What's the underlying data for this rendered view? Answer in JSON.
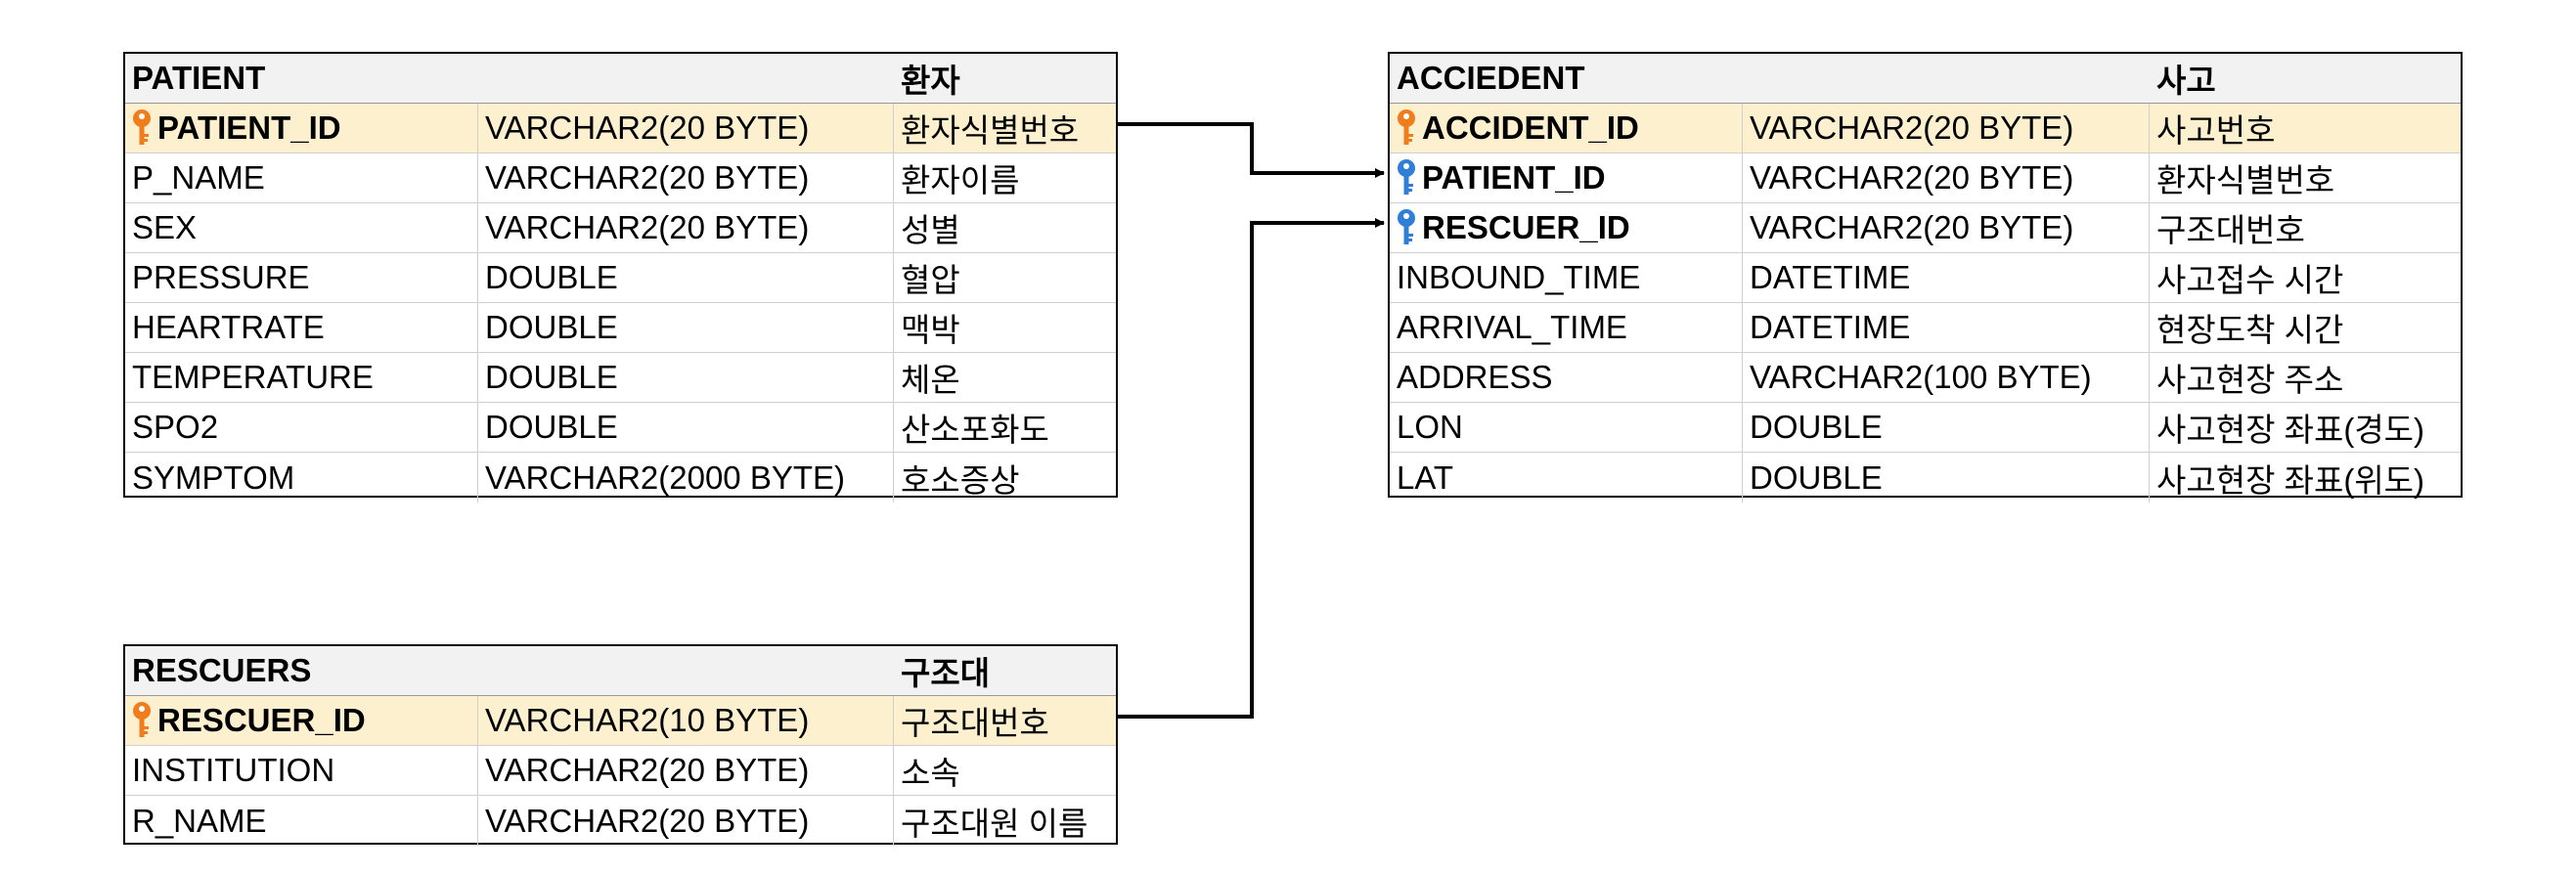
{
  "colors": {
    "pk_key": "#f07c1c",
    "fk_key": "#2f7fd6",
    "pk_row_bg": "#fdf0cf",
    "header_bg": "#f2f2f2"
  },
  "patient": {
    "name": "PATIENT",
    "comment": "환자",
    "columns": [
      {
        "name": "PATIENT_ID",
        "type": "VARCHAR2(20 BYTE)",
        "comment": "환자식별번호",
        "key": "pk-key-icon"
      },
      {
        "name": "P_NAME",
        "type": "VARCHAR2(20 BYTE)",
        "comment": "환자이름"
      },
      {
        "name": "SEX",
        "type": "VARCHAR2(20 BYTE)",
        "comment": "성별"
      },
      {
        "name": "PRESSURE",
        "type": "DOUBLE",
        "comment": "혈압"
      },
      {
        "name": "HEARTRATE",
        "type": "DOUBLE",
        "comment": "맥박"
      },
      {
        "name": "TEMPERATURE",
        "type": "DOUBLE",
        "comment": "체온"
      },
      {
        "name": "SPO2",
        "type": "DOUBLE",
        "comment": "산소포화도"
      },
      {
        "name": "SYMPTOM",
        "type": "VARCHAR2(2000 BYTE)",
        "comment": "호소증상"
      }
    ]
  },
  "accident": {
    "name": "ACCIEDENT",
    "comment": "사고",
    "columns": [
      {
        "name": "ACCIDENT_ID",
        "type": "VARCHAR2(20 BYTE)",
        "comment": "사고번호",
        "key": "pk-key-icon"
      },
      {
        "name": "PATIENT_ID",
        "type": "VARCHAR2(20 BYTE)",
        "comment": "환자식별번호",
        "key": "fk-key-icon"
      },
      {
        "name": "RESCUER_ID",
        "type": "VARCHAR2(20 BYTE)",
        "comment": "구조대번호",
        "key": "fk-key-icon"
      },
      {
        "name": "INBOUND_TIME",
        "type": "DATETIME",
        "comment": "사고접수 시간"
      },
      {
        "name": "ARRIVAL_TIME",
        "type": "DATETIME",
        "comment": "현장도착 시간"
      },
      {
        "name": "ADDRESS",
        "type": "VARCHAR2(100 BYTE)",
        "comment": "사고현장 주소"
      },
      {
        "name": "LON",
        "type": "DOUBLE",
        "comment": "사고현장 좌표(경도)"
      },
      {
        "name": "LAT",
        "type": "DOUBLE",
        "comment": "사고현장 좌표(위도)"
      }
    ]
  },
  "rescuers": {
    "name": "RESCUERS",
    "comment": "구조대",
    "columns": [
      {
        "name": "RESCUER_ID",
        "type": "VARCHAR2(10 BYTE)",
        "comment": "구조대번호",
        "key": "pk-key-icon"
      },
      {
        "name": "INSTITUTION",
        "type": "VARCHAR2(20 BYTE)",
        "comment": "소속"
      },
      {
        "name": "R_NAME",
        "type": "VARCHAR2(20 BYTE)",
        "comment": "구조대원 이름"
      }
    ]
  }
}
